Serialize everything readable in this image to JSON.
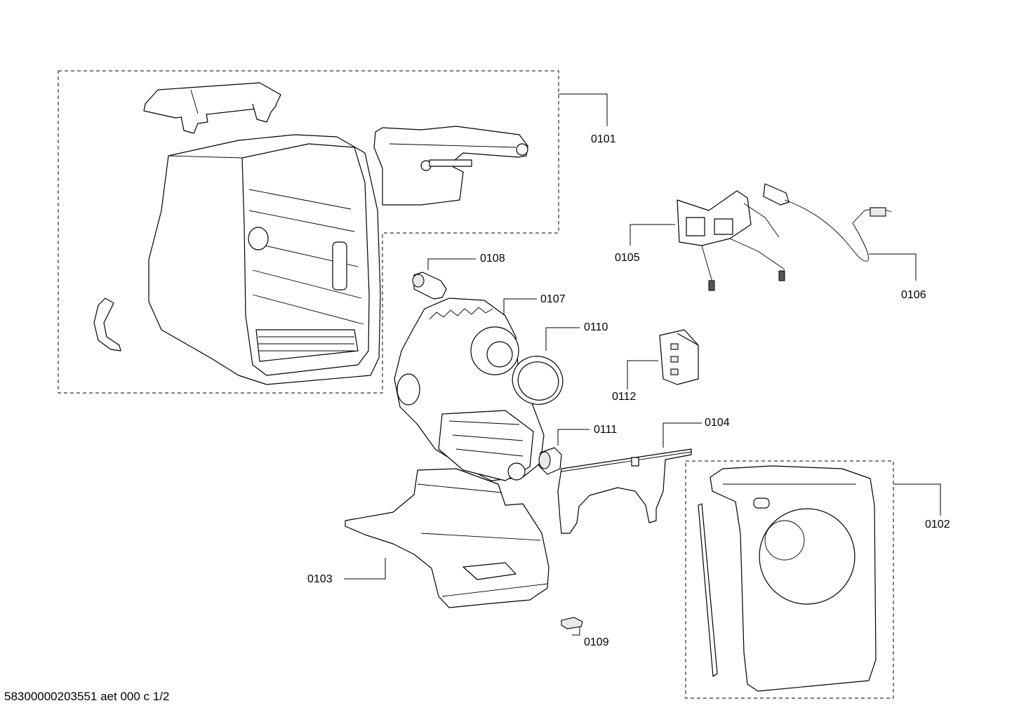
{
  "callouts": {
    "c0101": "0101",
    "c0102": "0102",
    "c0103": "0103",
    "c0104": "0104",
    "c0105": "0105",
    "c0106": "0106",
    "c0107": "0107",
    "c0108": "0108",
    "c0109": "0109",
    "c0110": "0110",
    "c0111": "0111",
    "c0112": "0112"
  },
  "footer": {
    "document_code": "58300000203551 aet 000 c 1/2"
  }
}
